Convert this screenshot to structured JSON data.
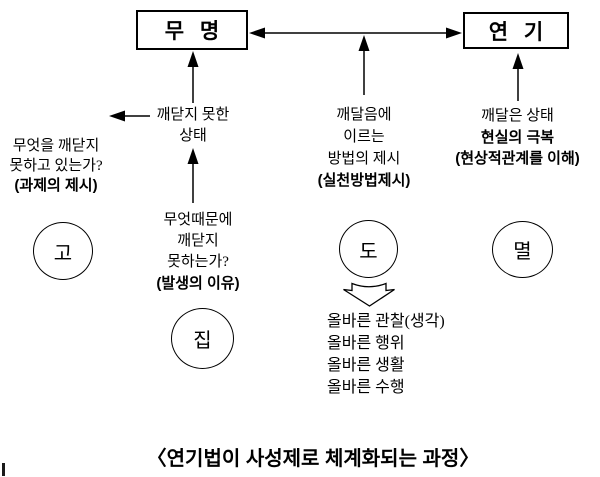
{
  "title_boxes": {
    "mumyeong": "무 명",
    "yeongi": "연 기"
  },
  "circles": {
    "go": "고",
    "jip": "집",
    "do": "도",
    "myeol": "멸"
  },
  "labels": {
    "not_realized": {
      "l1": "깨닫지 못한",
      "l2": "상태"
    },
    "what_question": {
      "l1": "무엇을 깨닫지",
      "l2": "못하고 있는가?",
      "l3": "(과제의 제시)"
    },
    "why_question": {
      "l1": "무엇때문에",
      "l2": "깨닫지",
      "l3": "못하는가?",
      "l4": "(발생의 이유)"
    },
    "method": {
      "l1": "깨달음에",
      "l2": "이르는",
      "l3": "방법의 제시",
      "l4": "(실천방법제시)"
    },
    "enlightened": {
      "l1": "깨달은 상태",
      "l2": "현실의 극복",
      "l3": "(현상적관계를 이해)"
    }
  },
  "practice_list": [
    "올바른 관찰(생각)",
    "올바른 행위",
    "올바른 생활",
    "올바른 수행"
  ],
  "caption": "〈연기법이 사성제로 체계화되는 과정〉",
  "colors": {
    "ink": "#000000",
    "background": "#ffffff"
  }
}
